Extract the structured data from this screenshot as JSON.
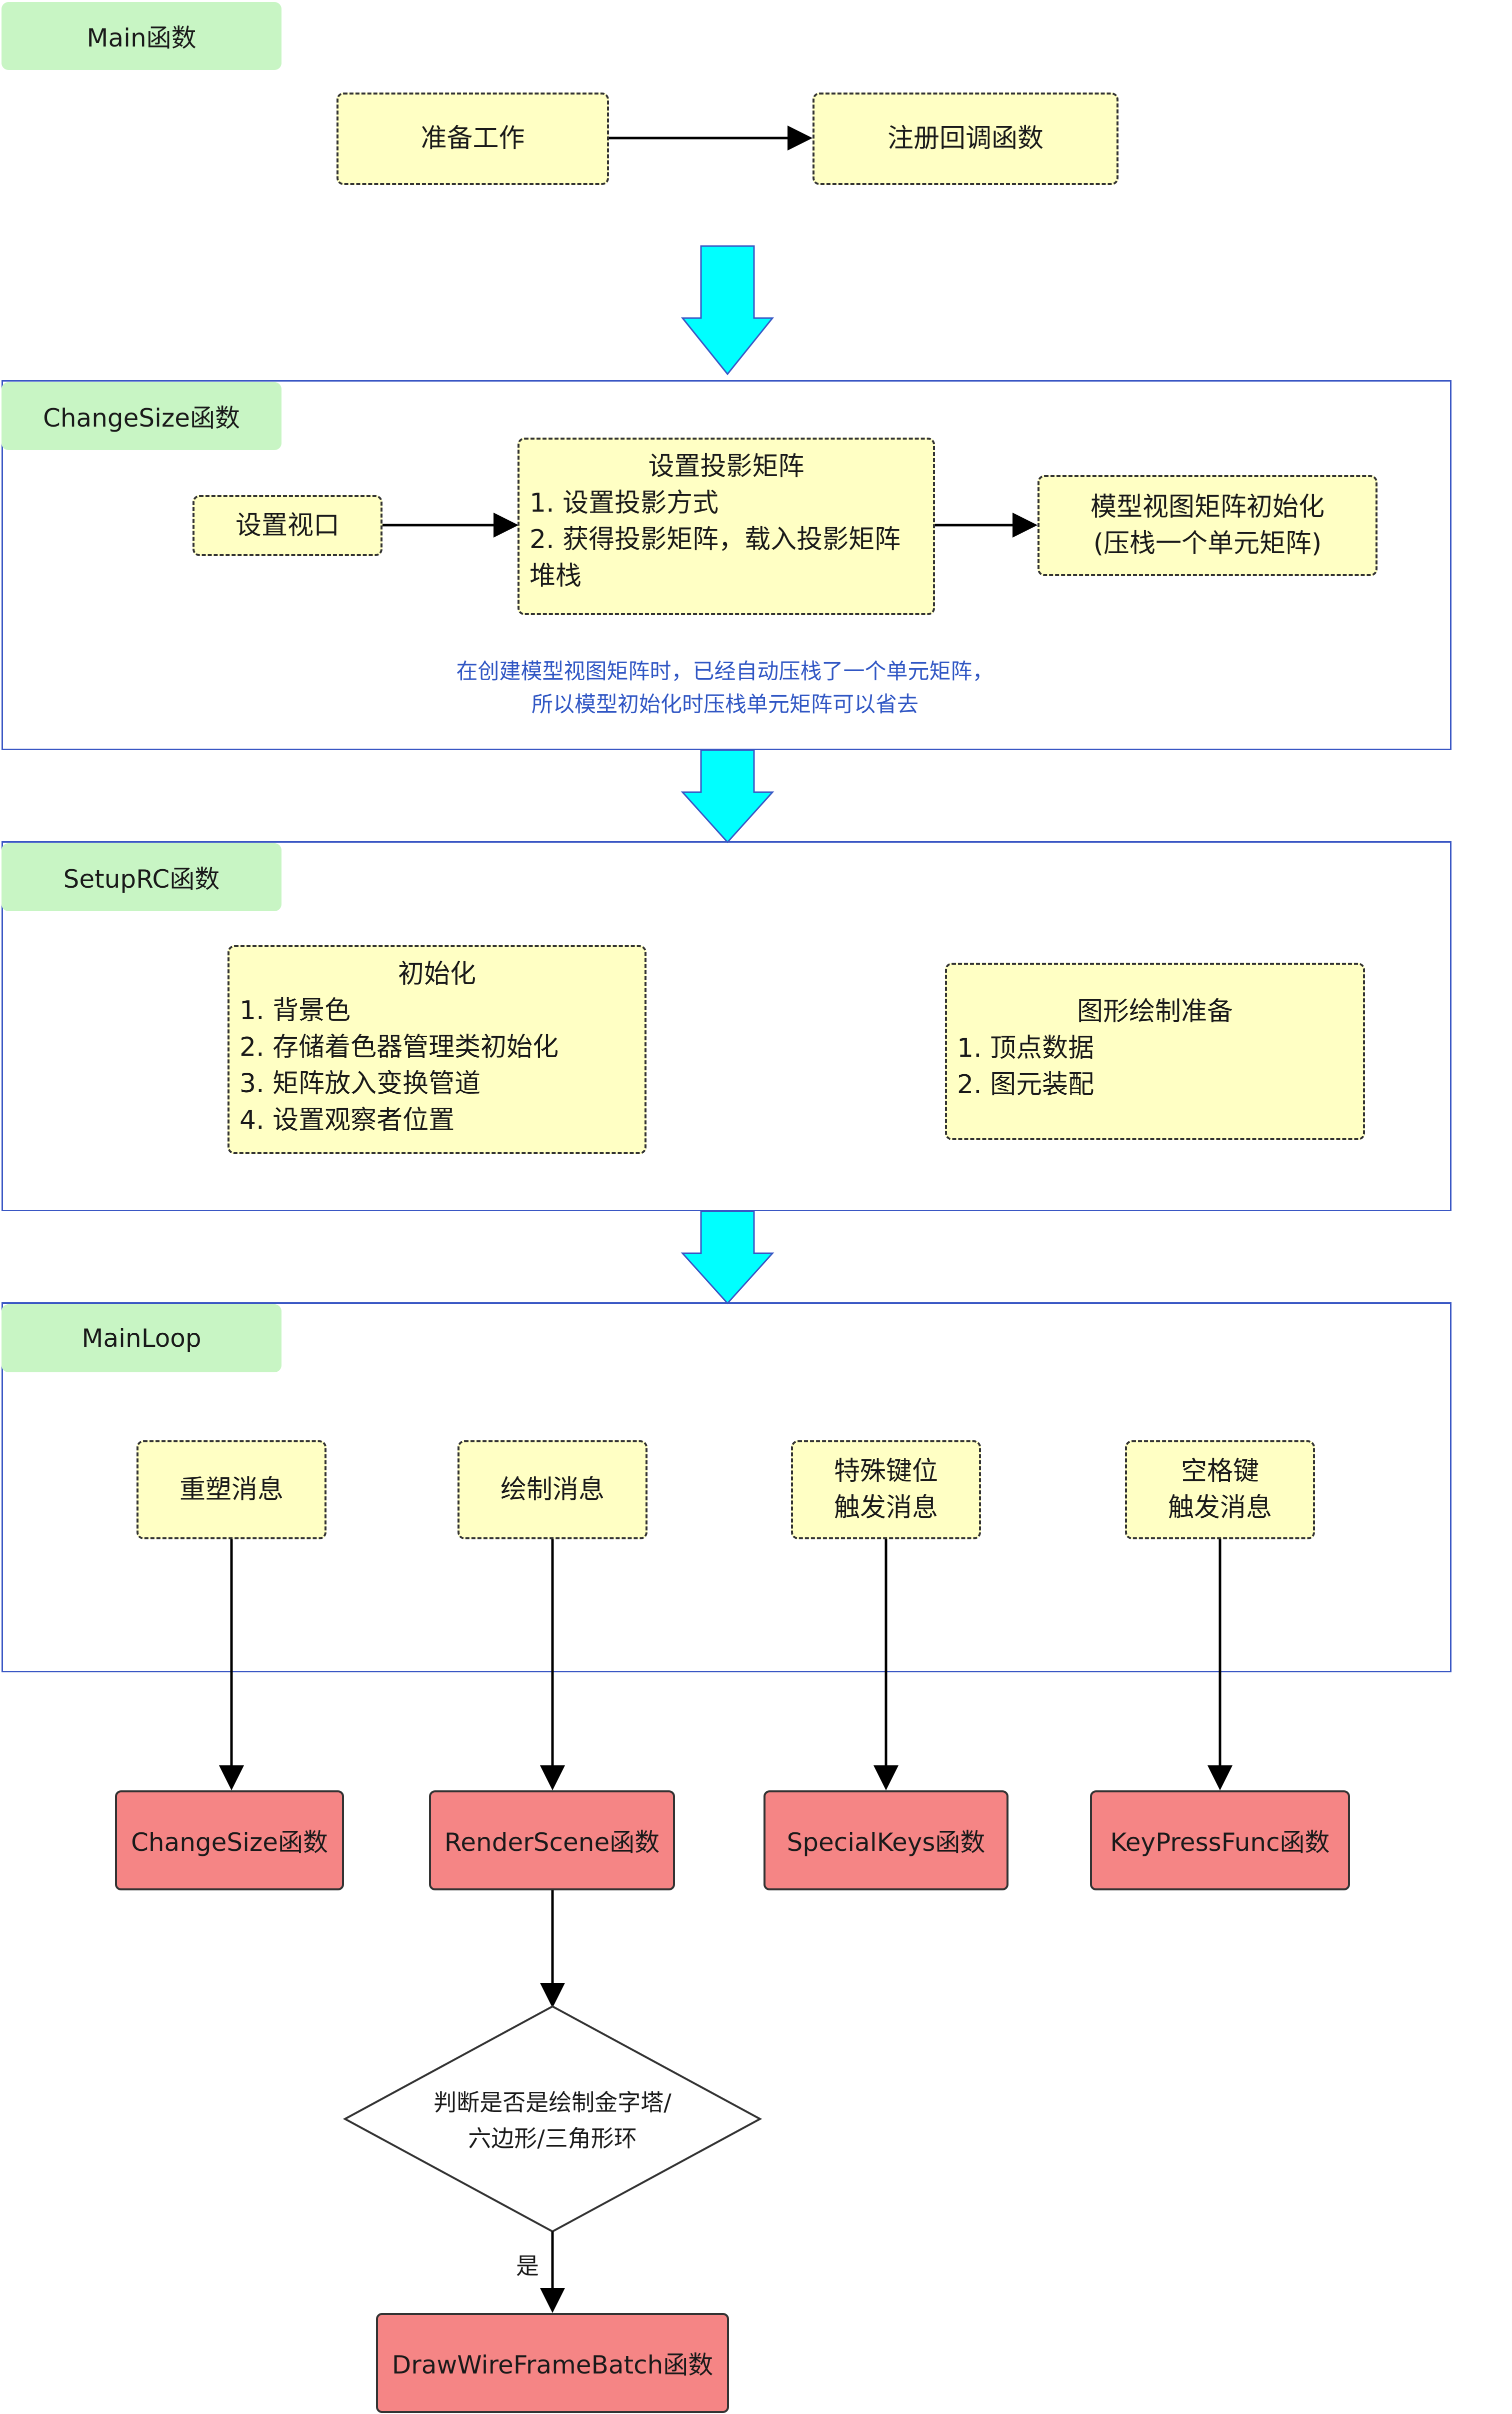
{
  "colors": {
    "section_border": "#3a57c4",
    "section_label_bg": "#c8f5c4",
    "process_box_bg": "#ffffc4",
    "function_box_bg": "#f58585",
    "big_arrow": "#00ffff",
    "note_text": "#3157c4"
  },
  "main": {
    "label": "Main函数",
    "prepare": "准备工作",
    "register_callbacks": "注册回调函数"
  },
  "change_size": {
    "label": "ChangeSize函数",
    "set_viewport": "设置视口",
    "projection": {
      "title": "设置投影矩阵",
      "line1": "1. 设置投影方式",
      "line2": "2. 获得投影矩阵，载入投影矩阵",
      "line3": "堆栈"
    },
    "modelview": {
      "line1": "模型视图矩阵初始化",
      "line2": "(压栈一个单元矩阵)"
    },
    "note_line1": "在创建模型视图矩阵时，已经自动压栈了一个单元矩阵，",
    "note_line2": "所以模型初始化时压栈单元矩阵可以省去"
  },
  "setup_rc": {
    "label": "SetupRC函数",
    "init": {
      "title": "初始化",
      "item1": "1. 背景色",
      "item2": "2. 存储着色器管理类初始化",
      "item3": "3. 矩阵放入变换管道",
      "item4": "4. 设置观察者位置"
    },
    "draw_prep": {
      "title": "图形绘制准备",
      "item1": "1.  顶点数据",
      "item2": "2. 图元装配"
    }
  },
  "main_loop": {
    "label": "MainLoop",
    "msg_reshape": "重塑消息",
    "msg_draw": "绘制消息",
    "msg_special_line1": "特殊键位",
    "msg_special_line2": "触发消息",
    "msg_space_line1": "空格键",
    "msg_space_line2": "触发消息"
  },
  "functions": {
    "change_size": "ChangeSize函数",
    "render_scene": "RenderScene函数",
    "special_keys": "SpecialKeys函数",
    "key_press_func": "KeyPressFunc函数",
    "draw_wire_frame_batch": "DrawWireFrameBatch函数"
  },
  "decision": {
    "line1": "判断是否是绘制金字塔/",
    "line2": "六边形/三角形环",
    "yes_label": "是"
  }
}
